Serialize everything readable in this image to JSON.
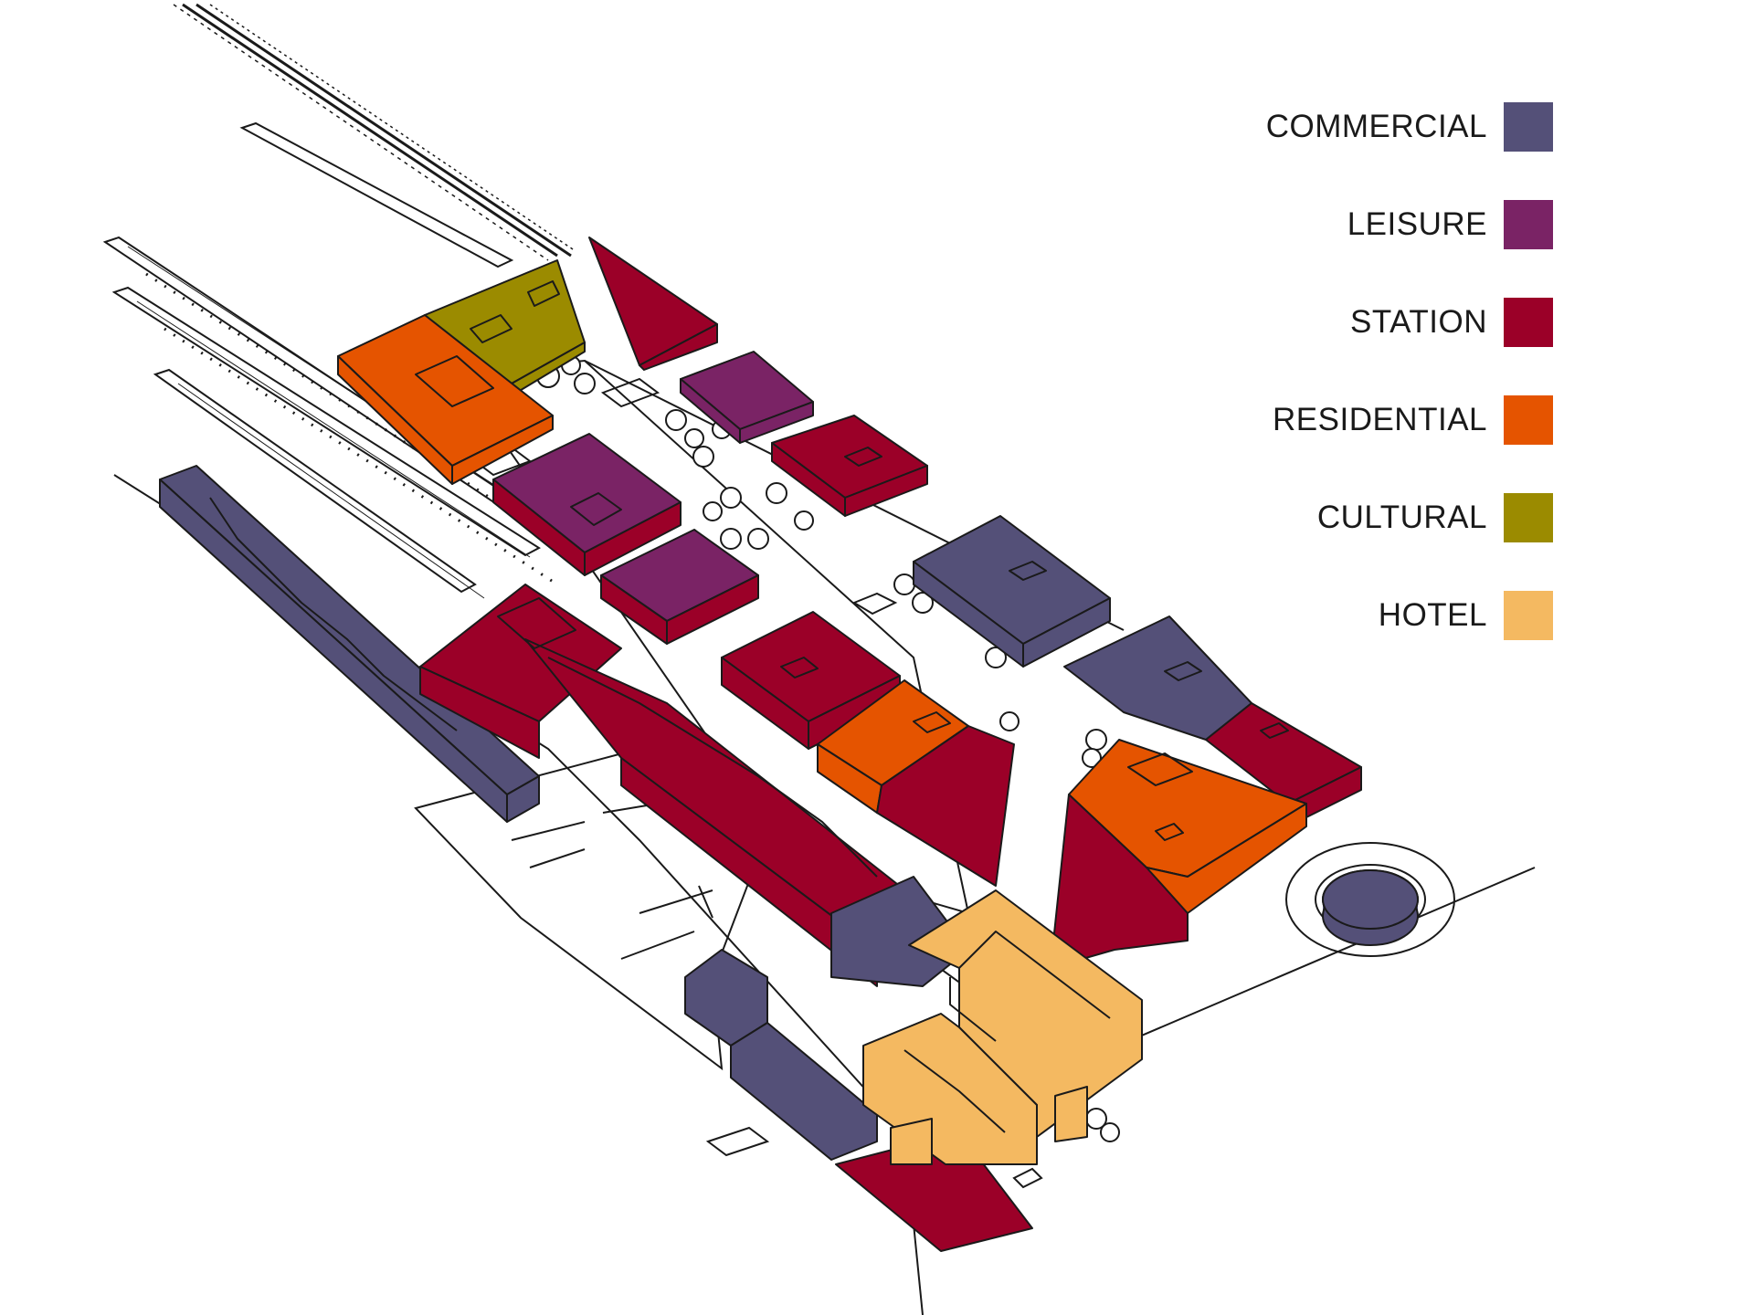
{
  "colors": {
    "commercial": "#545078",
    "leisure": "#7a2365",
    "station": "#9b0028",
    "residential": "#e55400",
    "cultural": "#9b8b00",
    "hotel": "#f4b961",
    "ground": "#ffffff",
    "outline": "#1a1a1a"
  },
  "legend": [
    {
      "key": "commercial",
      "label": "COMMERCIAL"
    },
    {
      "key": "leisure",
      "label": "LEISURE"
    },
    {
      "key": "station",
      "label": "STATION"
    },
    {
      "key": "residential",
      "label": "RESIDENTIAL"
    },
    {
      "key": "cultural",
      "label": "CULTURAL"
    },
    {
      "key": "hotel",
      "label": "HOTEL"
    }
  ]
}
